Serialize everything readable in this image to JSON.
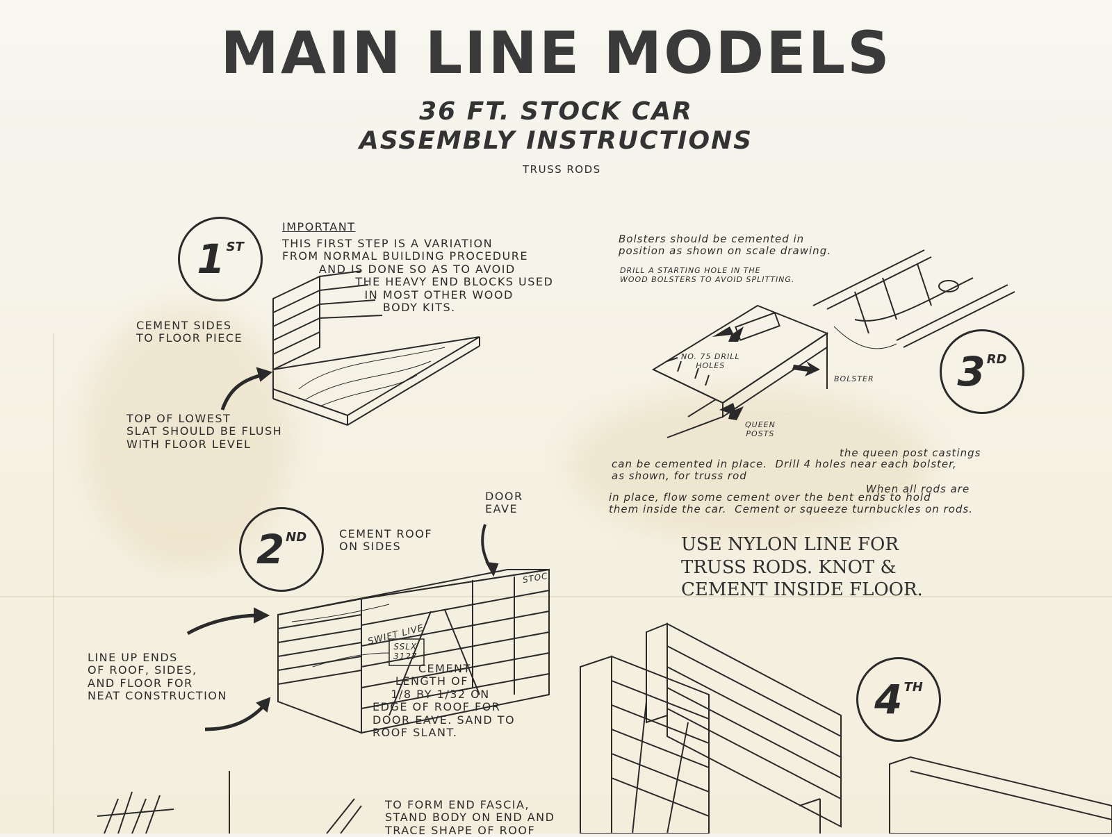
{
  "header": {
    "title": "MAIN LINE MODELS",
    "subtitle_line1": "36 FT. STOCK CAR",
    "subtitle_line2": "ASSEMBLY INSTRUCTIONS",
    "section": "TRUSS RODS"
  },
  "step1": {
    "badge": "1",
    "badge_suffix": "ST",
    "important": "IMPORTANT",
    "note": "THIS FIRST STEP IS A VARIATION\nFROM NORMAL BUILDING PROCEDURE\n        AND IS DONE SO AS TO AVOID\n                THE HEAVY END BLOCKS USED\n                  IN MOST OTHER WOOD\n                      BODY KITS.",
    "cement_sides": "CEMENT SIDES\nTO FLOOR PIECE",
    "top_slat": "TOP OF LOWEST\nSLAT SHOULD BE FLUSH\nWITH FLOOR LEVEL"
  },
  "step2": {
    "badge": "2",
    "badge_suffix": "ND",
    "cement_roof": "CEMENT ROOF\nON SIDES",
    "door_eave": "DOOR\nEAVE",
    "line_up": "LINE UP ENDS\nOF ROOF, SIDES,\nAND FLOOR FOR\nNEAT CONSTRUCTION",
    "cement_length": "          CEMENT\n     LENGTH OF\n    1/8 BY 1/32 ON\nEDGE OF ROOF FOR\nDOOR EAVE. SAND TO\nROOF SLANT.",
    "car_lettering": "SWIFT LIVE",
    "car_number": "SSLX\n3127",
    "stock_text": "STOC",
    "fascia": "TO FORM END FASCIA,\nSTAND BODY ON END AND\nTRACE SHAPE OF ROOF"
  },
  "step3": {
    "badge": "3",
    "badge_suffix": "RD",
    "bolsters": "Bolsters should be cemented in\nposition as shown on scale drawing.",
    "drill": "DRILL A STARTING HOLE IN THE\nWOOD BOLSTERS TO AVOID SPLITTING.",
    "drill_holes": "NO. 75 DRILL\nHOLES",
    "bolster_label": "BOLSTER",
    "queen_posts": "QUEEN\nPOSTS",
    "para1a": "the queen post castings",
    "para1b": "can be cemented in place.  Drill 4 holes near each bolster,\nas shown, for truss rod",
    "para2a": "When all rods are",
    "para2b": "in place, flow some cement over the bent ends to hold\nthem inside the car.  Cement or squeeze turnbuckles on rods.",
    "nylon": "USE NYLON LINE FOR\nTRUSS RODS. KNOT &\nCEMENT INSIDE FLOOR."
  },
  "step4": {
    "badge": "4",
    "badge_suffix": "TH"
  }
}
